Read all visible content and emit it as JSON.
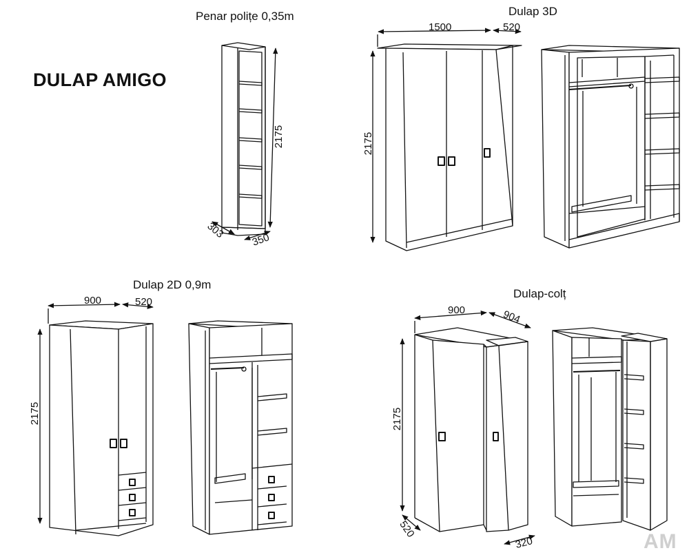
{
  "page": {
    "heading": "DULAP AMIGO",
    "watermark": "AM"
  },
  "products": [
    {
      "id": "penar",
      "title": "Penar polițe 0,35m",
      "dimensions": {
        "height": "2175",
        "width": "350",
        "depth": "303"
      }
    },
    {
      "id": "dulap3d",
      "title": "Dulap 3D",
      "dimensions": {
        "width": "1500",
        "depth": "520",
        "height": "2175"
      }
    },
    {
      "id": "dulap2d",
      "title": "Dulap 2D 0,9m",
      "dimensions": {
        "width": "900",
        "depth": "520",
        "height": "2175"
      }
    },
    {
      "id": "colt",
      "title": "Dulap-colț",
      "dimensions": {
        "width": "900",
        "depth": "904",
        "height": "2175",
        "side_depth": "520",
        "bottom_depth": "320"
      }
    }
  ],
  "colors": {
    "line": "#111111",
    "background": "#ffffff",
    "watermark": "#cfcfcf"
  }
}
